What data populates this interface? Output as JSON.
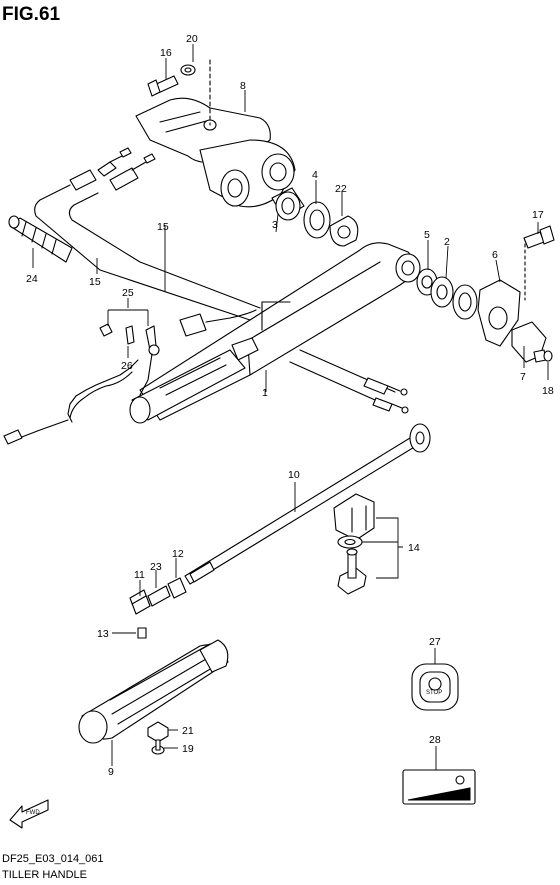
{
  "figure": {
    "title": "FIG.61"
  },
  "footer": {
    "code": "DF25_E03_014_061",
    "name": "TILLER HANDLE"
  },
  "fwd_mark": {
    "text": "FWD"
  },
  "stop_label": {
    "text": "STOP"
  },
  "callouts": [
    "1",
    "2",
    "3",
    "4",
    "5",
    "6",
    "7",
    "8",
    "9",
    "10",
    "11",
    "12",
    "13",
    "14",
    "15",
    "15",
    "16",
    "17",
    "18",
    "19",
    "20",
    "21",
    "22",
    "23",
    "24",
    "25",
    "26",
    "27",
    "28"
  ]
}
